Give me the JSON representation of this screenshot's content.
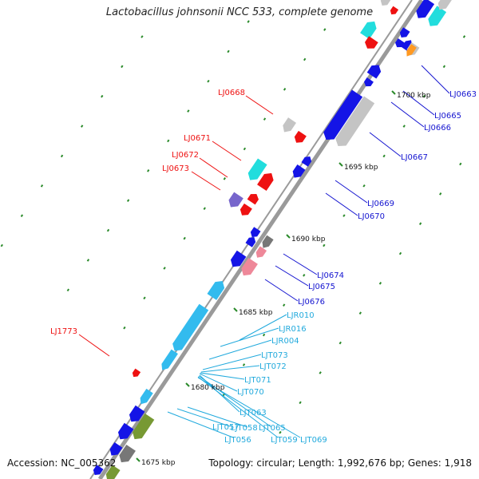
{
  "title": "Lactobacillus johnsonii NCC 533, complete genome",
  "accession": "Accession: NC_005362",
  "summary": "Topology: circular; Length: 1,992,676 bp; Genes: 1,918",
  "colors": {
    "blue": "#1414e6",
    "red": "#ee1111",
    "cyan": "#22dddd",
    "lightblue": "#33bbee",
    "gray": "#c4c4c4",
    "darkgray": "#777777",
    "pink": "#ee8899",
    "purple": "#7766cc",
    "orange": "#ff9922",
    "olive": "#779933",
    "label_red": "#ee1111",
    "label_blue": "#1414d0",
    "label_cyan": "#22aadd"
  },
  "kbp_labels": [
    "1700 kbp",
    "1695 kbp",
    "1690 kbp",
    "1685 kbp",
    "1680 kbp",
    "1675 kbp"
  ],
  "gene_labels": [
    "LJ0663",
    "LJ0665",
    "LJ0666",
    "LJ0667",
    "LJ0668",
    "LJ0671",
    "LJ0672",
    "LJ0673",
    "LJ0669",
    "LJ0670",
    "LJ0674",
    "LJ0675",
    "LJ0676",
    "LJ1773",
    "LJR010",
    "LJR016",
    "LJR004",
    "LJT073",
    "LJT072",
    "LJT071",
    "LJT070",
    "LJT063",
    "LJT065",
    "LJT057",
    "LJT058",
    "LJT056",
    "LJT059",
    "LJT069"
  ]
}
